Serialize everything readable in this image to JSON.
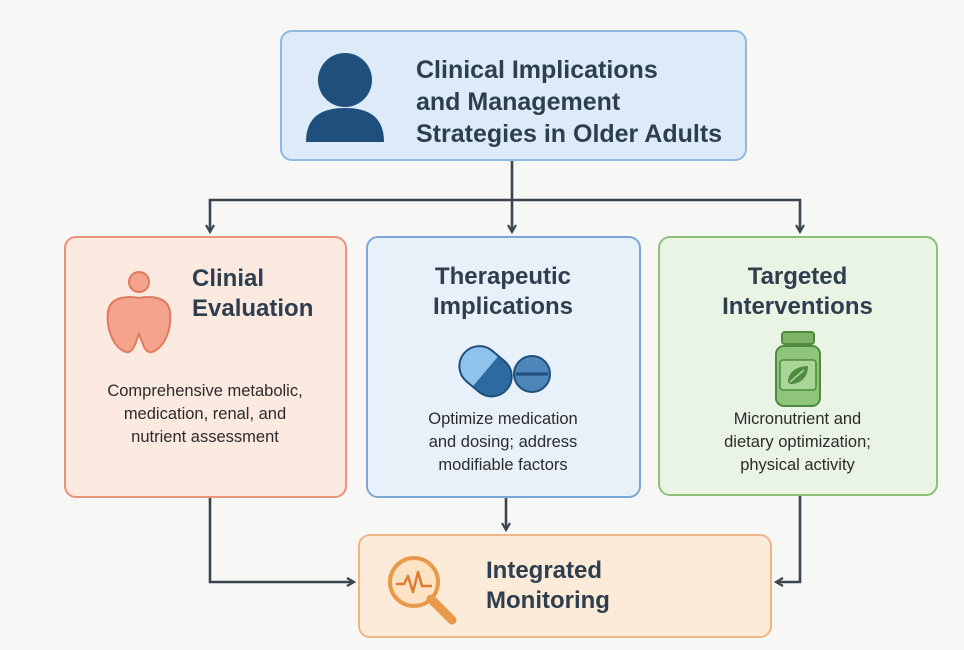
{
  "diagram": {
    "top": {
      "title_lines": [
        "Clinical Implications",
        "and Management",
        "Strategies in Older Adults"
      ],
      "icon": "person-icon"
    },
    "evaluation": {
      "title_lines": [
        "Clinial",
        "Evaluation"
      ],
      "desc_lines": [
        "Comprehensive metabolic,",
        "medication, renal, and",
        "nutrient assessment"
      ],
      "icon": "thyroid-icon"
    },
    "therapeutic": {
      "title_lines": [
        "Therapeutic",
        "Implications"
      ],
      "desc_lines": [
        "Optimize medication",
        "and dosing; address",
        "modifiable factors"
      ],
      "icon": "pill-icon"
    },
    "targeted": {
      "title_lines": [
        "Targeted",
        "Interventions"
      ],
      "desc_lines": [
        "Micronutrient and",
        "dietary optimization;",
        "physical activity"
      ],
      "icon": "supplement-bottle-icon"
    },
    "monitoring": {
      "title_lines": [
        "Integrated",
        "Monitoring"
      ],
      "icon": "magnifier-pulse-icon"
    }
  },
  "colors": {
    "arrow": "#3a4550",
    "top_fill": "#dcebf7",
    "evaluation_border": "#e8927a",
    "therapeutic_border": "#7aa7d6",
    "targeted_border": "#8dc078",
    "monitoring_border": "#f0b586"
  }
}
